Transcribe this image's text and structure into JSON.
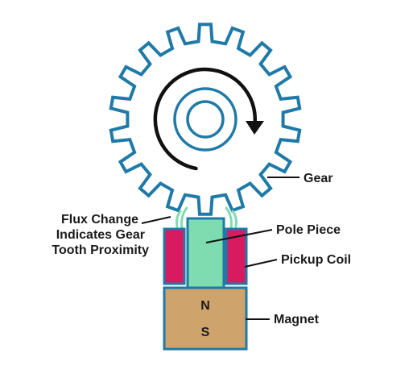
{
  "labels": {
    "gear": "Gear",
    "flux_line1": "Flux Change",
    "flux_line2": "Indicates Gear",
    "flux_line3": "Tooth Proximity",
    "pole_piece": "Pole Piece",
    "pickup_coil": "Pickup Coil",
    "magnet": "Magnet",
    "north": "N",
    "south": "S"
  },
  "colors": {
    "outline": "#1f7aa8",
    "gear_stroke": "#1f7aa8",
    "pole_fill": "#7fdcb0",
    "coil_fill": "#d81b60",
    "magnet_fill": "#cfa46c",
    "flux_arcs": "#7fdcb0",
    "arrow": "#111111",
    "leader": "#111111"
  },
  "icons": {
    "rotation": "clockwise-arrow-icon"
  }
}
